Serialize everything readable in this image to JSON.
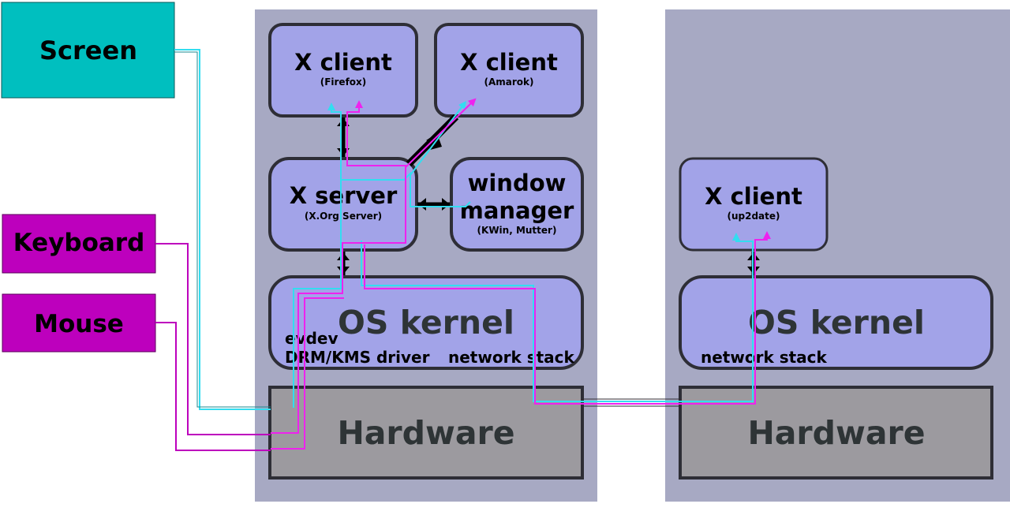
{
  "colors": {
    "page_bg": "#ffffff",
    "machine_bg": "#a7a9c3",
    "component_fill": "#a2a3e8",
    "component_stroke": "#2e2e36",
    "hardware_fill": "#9c9a9f",
    "kernel_text": "#2e3436",
    "screen_fill": "#00bfbf",
    "input_fill": "#bd00bd",
    "cyan_path": "#33ddf0",
    "magenta_path": "#ee22ee"
  },
  "devices": {
    "screen": "Screen",
    "keyboard": "Keyboard",
    "mouse": "Mouse"
  },
  "local": {
    "firefox": {
      "title": "X client",
      "subtitle": "(Firefox)"
    },
    "amarok": {
      "title": "X client",
      "subtitle": "(Amarok)"
    },
    "xserver": {
      "title": "X server",
      "subtitle": "(X.Org Server)"
    },
    "wm": {
      "title_line1": "window",
      "title_line2": "manager",
      "subtitle": "(KWin, Mutter)"
    },
    "kernel": {
      "title": "OS kernel",
      "evdev": "evdev",
      "drm": "DRM/KMS driver",
      "net": "network stack"
    },
    "hardware": "Hardware"
  },
  "remote": {
    "client": {
      "title": "X client",
      "subtitle": "(up2date)"
    },
    "kernel": {
      "title": "OS kernel",
      "net": "network stack"
    },
    "hardware": "Hardware"
  }
}
